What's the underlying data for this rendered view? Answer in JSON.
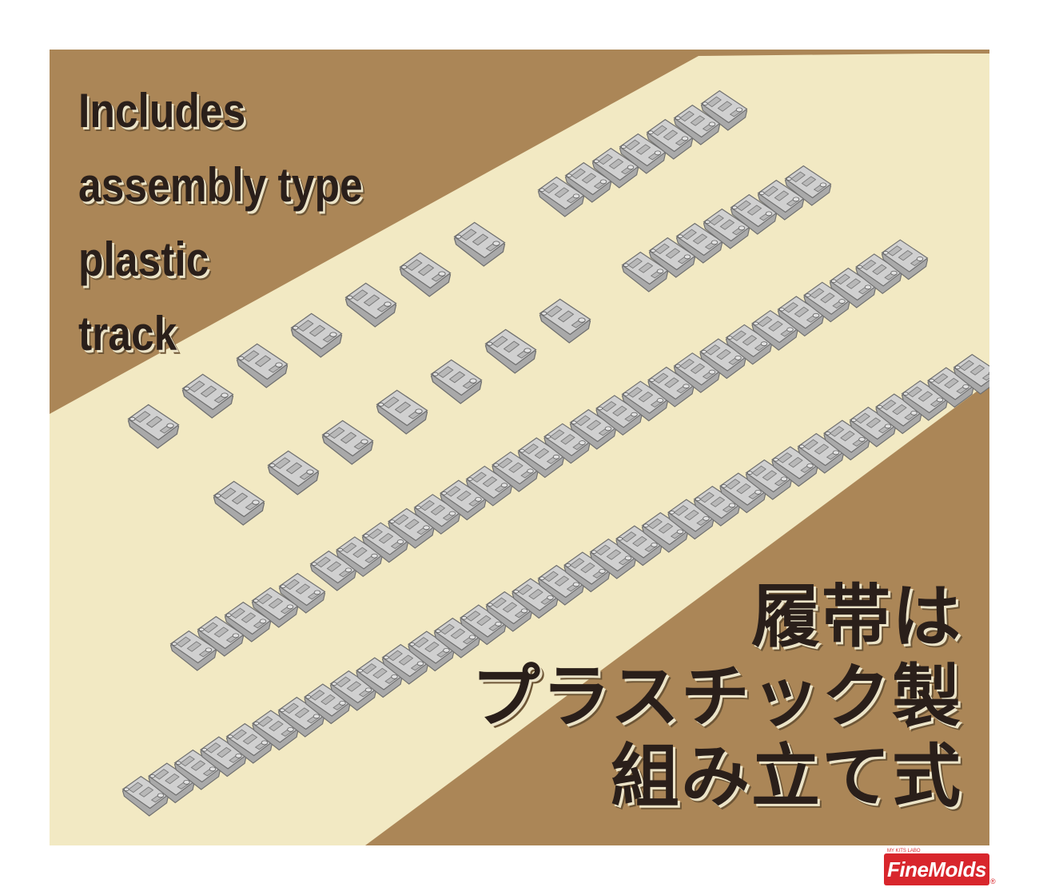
{
  "panel": {
    "background_color": "#ab8657",
    "band_color": "#f2e9c3",
    "track_color": "#c9c9c9",
    "track_outline": "#6f6f6f"
  },
  "english_heading": {
    "lines": [
      "Includes",
      "assembly type",
      "plastic",
      "track"
    ]
  },
  "japanese_heading": {
    "lines": [
      "履帯は",
      "プラスチック製",
      "組み立て式"
    ]
  },
  "logo": {
    "text": "FineMolds",
    "tagline": "MY KITS LABO",
    "registered": "®",
    "color": "#d8262c"
  },
  "illustration": {
    "subject": "assembly-type plastic track links",
    "groups": [
      {
        "name": "single-links-row-1",
        "links": 7
      },
      {
        "name": "single-links-row-2",
        "links": 7
      },
      {
        "name": "short-run-top-1",
        "links": 7
      },
      {
        "name": "short-run-top-2",
        "links": 7
      },
      {
        "name": "short-run-bottom",
        "links": 5
      },
      {
        "name": "long-run-1",
        "links": 23
      },
      {
        "name": "long-run-2",
        "links": 33
      }
    ]
  }
}
